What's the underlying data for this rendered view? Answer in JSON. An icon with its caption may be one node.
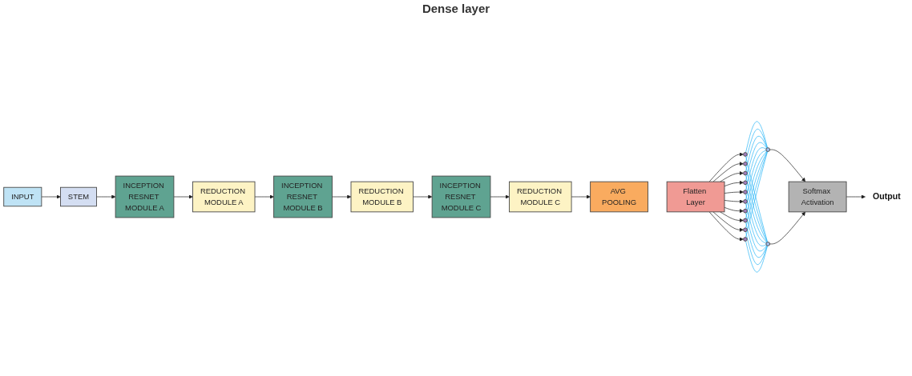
{
  "diagram": {
    "nodes": [
      {
        "text": [
          "INPUT"
        ]
      },
      {
        "text": [
          "STEM"
        ]
      },
      {
        "text": [
          "INCEPTION RESNET MODULE A"
        ]
      },
      {
        "text": [
          "REDUCTION MODULE A"
        ]
      },
      {
        "text": [
          "INCEPTION RESNET MODULE B"
        ]
      },
      {
        "text": [
          "REDUCTION MODULE B"
        ]
      },
      {
        "text": [
          "INCEPTION RESNET MODULE C"
        ]
      },
      {
        "text": [
          "REDUCTION MODULE C"
        ]
      },
      {
        "text": [
          "AVG POOLING"
        ]
      },
      {
        "text": [
          "Flatten Layer"
        ]
      },
      {
        "text": [],
        "shape": "circle"
      },
      {
        "text": [],
        "shape": "circle"
      },
      {
        "text": [],
        "shape": "circle"
      },
      {
        "text": [],
        "shape": "circle"
      },
      {
        "text": [],
        "shape": "circle"
      },
      {
        "text": [],
        "shape": "circle"
      },
      {
        "text": [],
        "shape": "circle"
      },
      {
        "text": [],
        "shape": "circle"
      },
      {
        "text": [],
        "shape": "circle"
      },
      {
        "text": [],
        "shape": "circle"
      },
      {
        "text": [],
        "shape": "circle"
      },
      {
        "text": [],
        "shape": "circle"
      },
      {
        "text": [
          "Softmax Activation"
        ]
      },
      {
        "text": [
          "Output"
        ]
      }
    ],
    "edges": [
      {
        "from": 0,
        "to": 1,
        "arrow": "to"
      },
      {
        "from": 1,
        "to": 2,
        "arrow": "to"
      },
      {
        "from": 2,
        "to": 3,
        "arrow": "to"
      },
      {
        "from": 3,
        "to": 4,
        "arrow": "to"
      },
      {
        "from": 4,
        "to": 5,
        "arrow": "to"
      },
      {
        "from": 5,
        "to": 6,
        "arrow": "to"
      },
      {
        "from": 6,
        "to": 7,
        "arrow": "to"
      },
      {
        "from": 7,
        "to": 8,
        "arrow": "to"
      },
      {
        "from": 9,
        "to": 10,
        "arrow": "to"
      },
      {
        "from": 9,
        "to": 11,
        "arrow": "to"
      },
      {
        "from": 9,
        "to": 12,
        "arrow": "to"
      },
      {
        "from": 9,
        "to": 13,
        "arrow": "to"
      },
      {
        "from": 9,
        "to": 14,
        "arrow": "to"
      },
      {
        "from": 9,
        "to": 15,
        "arrow": "to"
      },
      {
        "from": 9,
        "to": 16,
        "arrow": "to"
      },
      {
        "from": 9,
        "to": 17,
        "arrow": "to"
      },
      {
        "from": 9,
        "to": 18,
        "arrow": "to"
      },
      {
        "from": 9,
        "to": 19,
        "arrow": "to"
      },
      {
        "from": 10,
        "to": 20,
        "arrow": "none",
        "color": "#29b6f6"
      },
      {
        "from": 10,
        "to": 21,
        "arrow": "none",
        "color": "#29b6f6"
      },
      {
        "from": 11,
        "to": 20,
        "arrow": "none",
        "color": "#29b6f6"
      },
      {
        "from": 11,
        "to": 21,
        "arrow": "none",
        "color": "#29b6f6"
      },
      {
        "from": 12,
        "to": 20,
        "arrow": "none",
        "color": "#29b6f6"
      },
      {
        "from": 12,
        "to": 21,
        "arrow": "none",
        "color": "#29b6f6"
      },
      {
        "from": 13,
        "to": 20,
        "arrow": "none",
        "color": "#29b6f6"
      },
      {
        "from": 13,
        "to": 21,
        "arrow": "none",
        "color": "#29b6f6"
      },
      {
        "from": 14,
        "to": 20,
        "arrow": "none",
        "color": "#29b6f6"
      },
      {
        "from": 14,
        "to": 21,
        "arrow": "none",
        "color": "#29b6f6"
      },
      {
        "from": 15,
        "to": 20,
        "arrow": "none",
        "color": "#29b6f6"
      },
      {
        "from": 15,
        "to": 21,
        "arrow": "none",
        "color": "#29b6f6"
      },
      {
        "from": 16,
        "to": 20,
        "arrow": "none",
        "color": "#29b6f6"
      },
      {
        "from": 16,
        "to": 21,
        "arrow": "none",
        "color": "#29b6f6"
      },
      {
        "from": 17,
        "to": 20,
        "arrow": "none",
        "color": "#29b6f6"
      },
      {
        "from": 17,
        "to": 21,
        "arrow": "none",
        "color": "#29b6f6"
      },
      {
        "from": 18,
        "to": 20,
        "arrow": "none",
        "color": "#29b6f6"
      },
      {
        "from": 18,
        "to": 21,
        "arrow": "none",
        "color": "#29b6f6"
      },
      {
        "from": 19,
        "to": 20,
        "arrow": "none",
        "color": "#29b6f6"
      },
      {
        "from": 19,
        "to": 21,
        "arrow": "none",
        "color": "#29b6f6"
      },
      {
        "from": 20,
        "to": 22,
        "arrow": "to"
      },
      {
        "from": 21,
        "to": 22,
        "arrow": "to"
      },
      {
        "from": 22,
        "to": 23,
        "arrow": "to"
      }
    ],
    "labels": [
      "Dense layer"
    ]
  }
}
